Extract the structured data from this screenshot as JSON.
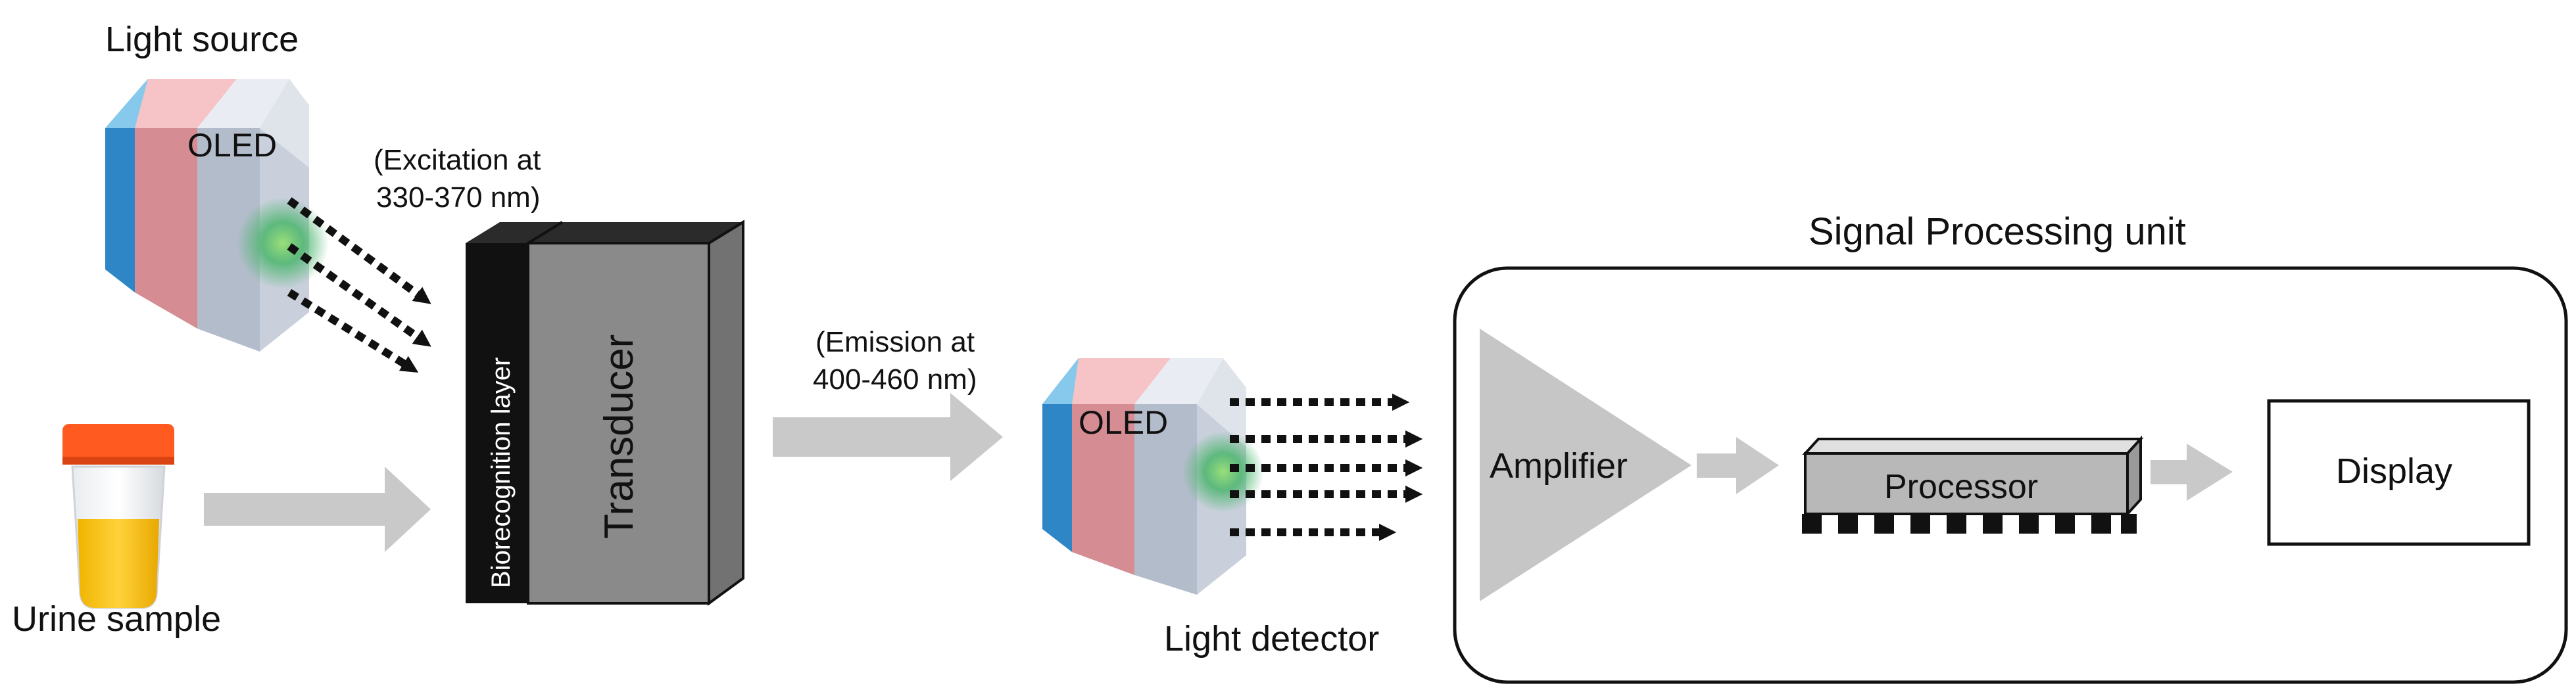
{
  "labels": {
    "light_source": "Light source",
    "oled_source": "OLED",
    "excitation_line1": "(Excitation at",
    "excitation_line2": "330-370 nm)",
    "urine_sample": "Urine sample",
    "biorecognition_layer": "Biorecognition layer",
    "transducer": "Transducer",
    "emission_line1": "(Emission at",
    "emission_line2": "400-460 nm)",
    "oled_detector": "OLED",
    "light_detector": "Light detector",
    "signal_unit_title": "Signal Processing unit",
    "amplifier": "Amplifier",
    "processor": "Processor",
    "display": "Display"
  },
  "colors": {
    "cube_blue_light": "#86c9ec",
    "cube_blue_dark": "#2f86c6",
    "cube_pink_light": "#f6c3c6",
    "cube_pink_dark": "#d58c93",
    "cube_gray_top": "#e9ecf2",
    "cube_gray_side": "#b3bccb",
    "glow": "#4bb56d",
    "arrow_gray": "#c9c9c9",
    "transducer_front": "#8a8a8a",
    "transducer_side": "#727272",
    "bio_layer": "#111111",
    "amplifier_fill": "#c6c6c6",
    "processor_fill": "#b8b8b8",
    "outline": "#111111"
  }
}
